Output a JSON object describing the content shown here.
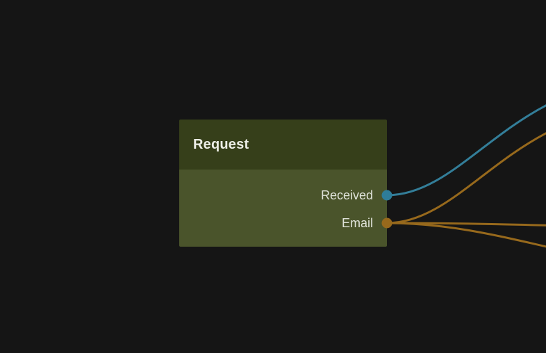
{
  "canvas": {
    "background_color": "#151515"
  },
  "node": {
    "title": "Request",
    "header_color": "#363f1a",
    "body_color": "#4a542b",
    "title_color": "#eceee6",
    "label_color": "#e0e3da",
    "outputs": [
      {
        "label": "Received",
        "port_color": "#2e7d99"
      },
      {
        "label": "Email",
        "port_color": "#97691c"
      }
    ]
  },
  "edges": {
    "teal_color": "#337e99",
    "orange_color": "#97691c"
  }
}
